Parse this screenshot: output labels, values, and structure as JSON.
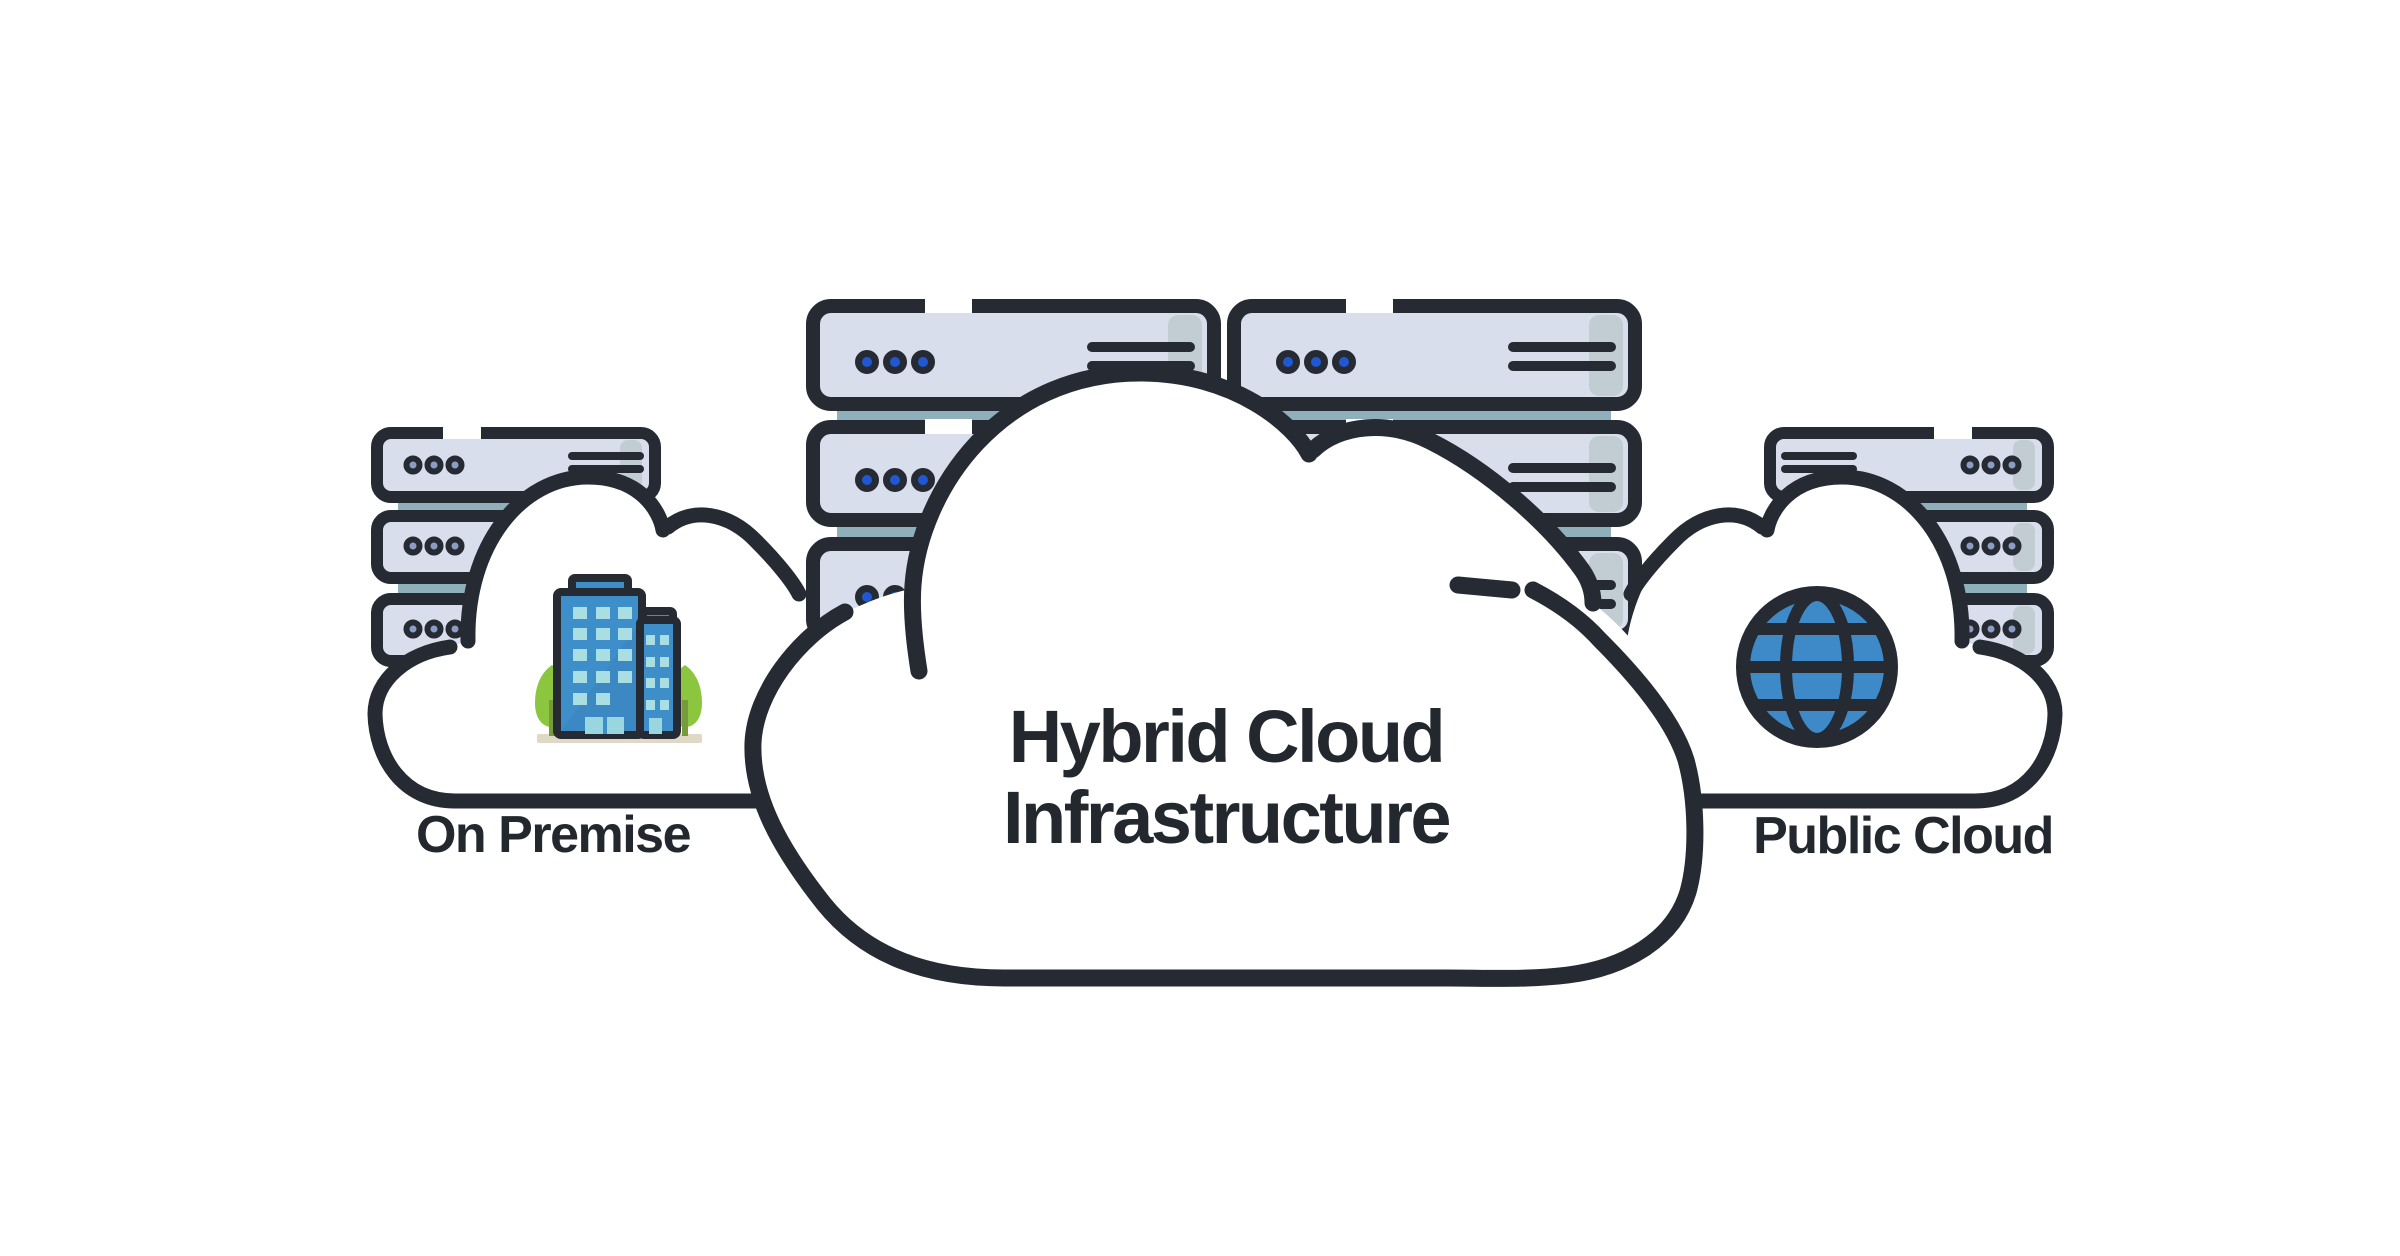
{
  "diagram": {
    "title_line1": "Hybrid Cloud",
    "title_line2": "Infrastructure",
    "left_label": "On Premise",
    "right_label": "Public Cloud"
  },
  "icons": {
    "building": "building-icon",
    "globe": "globe-icon",
    "server_rack": "server-rack-icon",
    "cloud": "cloud-icon",
    "led_dot": "led-dot",
    "vent_line": "vent-line"
  },
  "colors": {
    "background": "#FFFFFF",
    "outline": "#262A33",
    "cloud_fill": "#FFFFFF",
    "unit_fill": "#D9DEEC",
    "unit_highlight": "#C2CDD3",
    "rack_strip": "#8FAFBA",
    "dot_blue": "#2058D4",
    "dot_slate": "#8C9CC3",
    "globe_blue": "#3E8AC9",
    "building_blue": "#3E8ECA",
    "building_shade": "#3884BD",
    "window_teal": "#A9DEE3",
    "door_teal": "#9AD6DF",
    "tree_green": "#8CC63E",
    "tree_trunk": "#769B3A",
    "ground": "#E0D8C6",
    "text": "#23272E"
  }
}
